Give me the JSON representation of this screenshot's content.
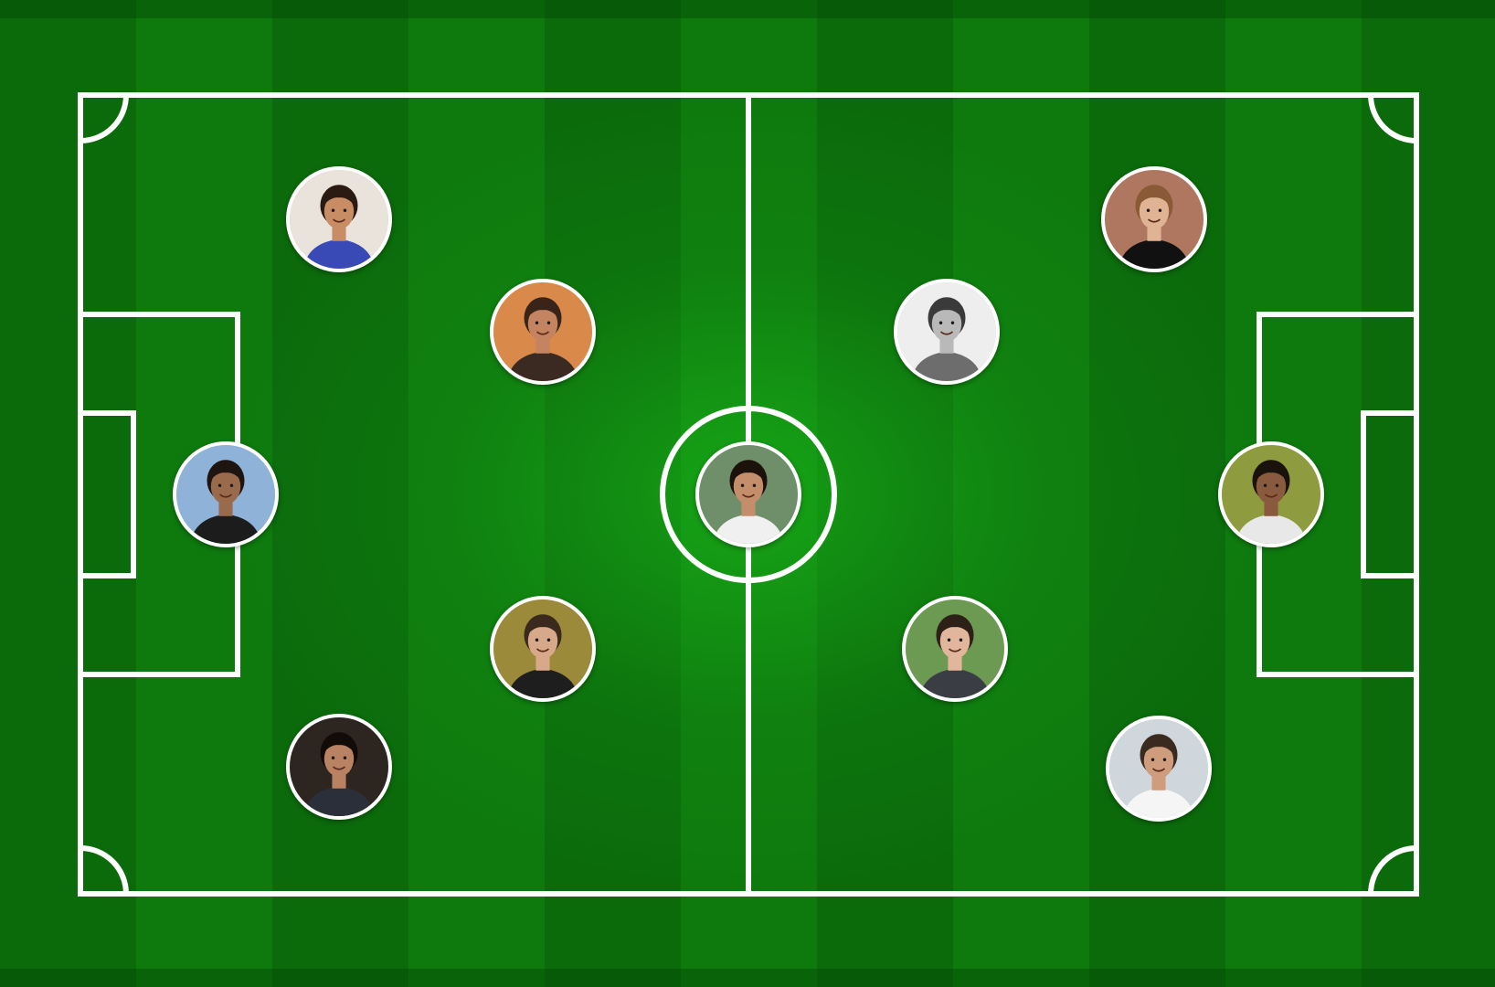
{
  "pitch": {
    "colors": {
      "grass_dark": "#0b6b0b",
      "grass_light": "#0e7a0e",
      "lines": "#ffffff"
    }
  },
  "players": [
    {
      "name": "player-avatar-1",
      "icon": "avatar-woman-blue-shirt",
      "bg": "#e9e3dc",
      "skin": "#c98d66",
      "hair": "#2a1a12",
      "shirt": "#3949b5"
    },
    {
      "name": "player-avatar-2",
      "icon": "avatar-woman-smiling",
      "bg": "#d98a4a",
      "skin": "#c48462",
      "hair": "#3a2417",
      "shirt": "#3a2a22"
    },
    {
      "name": "player-avatar-3",
      "icon": "avatar-goalkeeper-woman",
      "bg": "#8fb3d8",
      "skin": "#9a6a4d",
      "hair": "#1e1410",
      "shirt": "#1c1c1c"
    },
    {
      "name": "player-avatar-4",
      "icon": "avatar-man-bearded-smiling",
      "bg": "#6f8f6a",
      "skin": "#c58e6a",
      "hair": "#1b120c",
      "shirt": "#f0f0f0"
    },
    {
      "name": "player-avatar-5",
      "icon": "avatar-man-black-tee",
      "bg": "#9a8a3a",
      "skin": "#d7a88a",
      "hair": "#3a2a1e",
      "shirt": "#1e1e1e"
    },
    {
      "name": "player-avatar-6",
      "icon": "avatar-man-dark-hair",
      "bg": "#2d2520",
      "skin": "#b98263",
      "hair": "#120c08",
      "shirt": "#2a2f3a"
    },
    {
      "name": "player-avatar-7",
      "icon": "avatar-man-smiling-brick",
      "bg": "#b07760",
      "skin": "#e0b394",
      "hair": "#8a5a36",
      "shirt": "#111111"
    },
    {
      "name": "player-avatar-8",
      "icon": "avatar-man-grayscale",
      "bg": "#eeeeee",
      "skin": "#b9b9b9",
      "hair": "#3a3a3a",
      "shirt": "#6d6d6d"
    },
    {
      "name": "player-avatar-9",
      "icon": "avatar-man-trees",
      "bg": "#8e9b3e",
      "skin": "#8a5a3f",
      "hair": "#1a120c",
      "shirt": "#e8e8e8"
    },
    {
      "name": "player-avatar-10",
      "icon": "avatar-man-park",
      "bg": "#6c9a52",
      "skin": "#e1b69c",
      "hair": "#2c2017",
      "shirt": "#3a3e44"
    },
    {
      "name": "player-avatar-11",
      "icon": "avatar-woman-sunglasses",
      "bg": "#cfd6dc",
      "skin": "#d09c7e",
      "hair": "#3b2a1f",
      "shirt": "#f5f5f5"
    }
  ]
}
